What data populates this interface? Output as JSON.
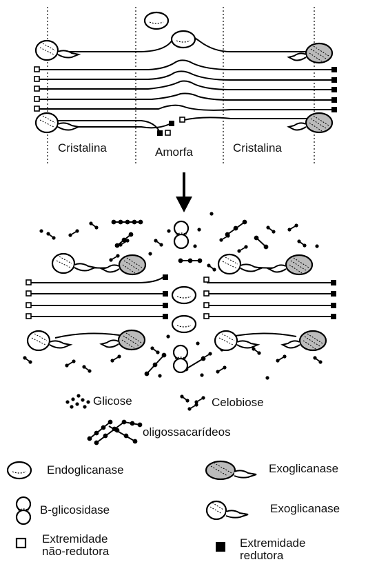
{
  "regions": {
    "left": "Cristalina",
    "middle": "Amorfa",
    "right": "Cristalina"
  },
  "products": {
    "glucose": "Glicose",
    "cellobiose": "Celobiose",
    "oligo": "oligossacarídeos"
  },
  "legend": {
    "endo": "Endoglicanase",
    "exo1": "Exoglicanase",
    "bglu": "B-glicosidase",
    "exo2": "Exoglicanase",
    "nonred_line1": "Extremidade",
    "nonred_line2": "não-redutora",
    "red_line1": "Extremidade",
    "red_line2": "redutora"
  }
}
